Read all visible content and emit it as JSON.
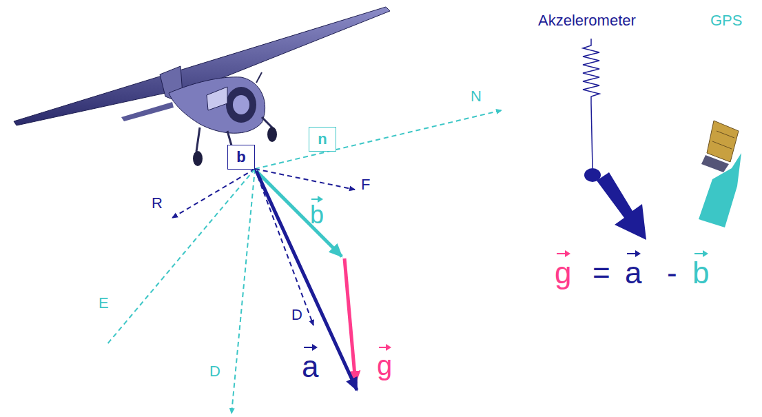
{
  "diagram": {
    "nodes": [
      {
        "text": [
          "b"
        ]
      },
      {
        "text": [
          "n"
        ]
      }
    ],
    "labels": [
      "N",
      "F",
      "R",
      "E",
      "D",
      "D",
      "b",
      "a",
      "g",
      "Akzelerometer",
      "GPS",
      "g",
      "=",
      "a",
      "-",
      "b"
    ]
  }
}
